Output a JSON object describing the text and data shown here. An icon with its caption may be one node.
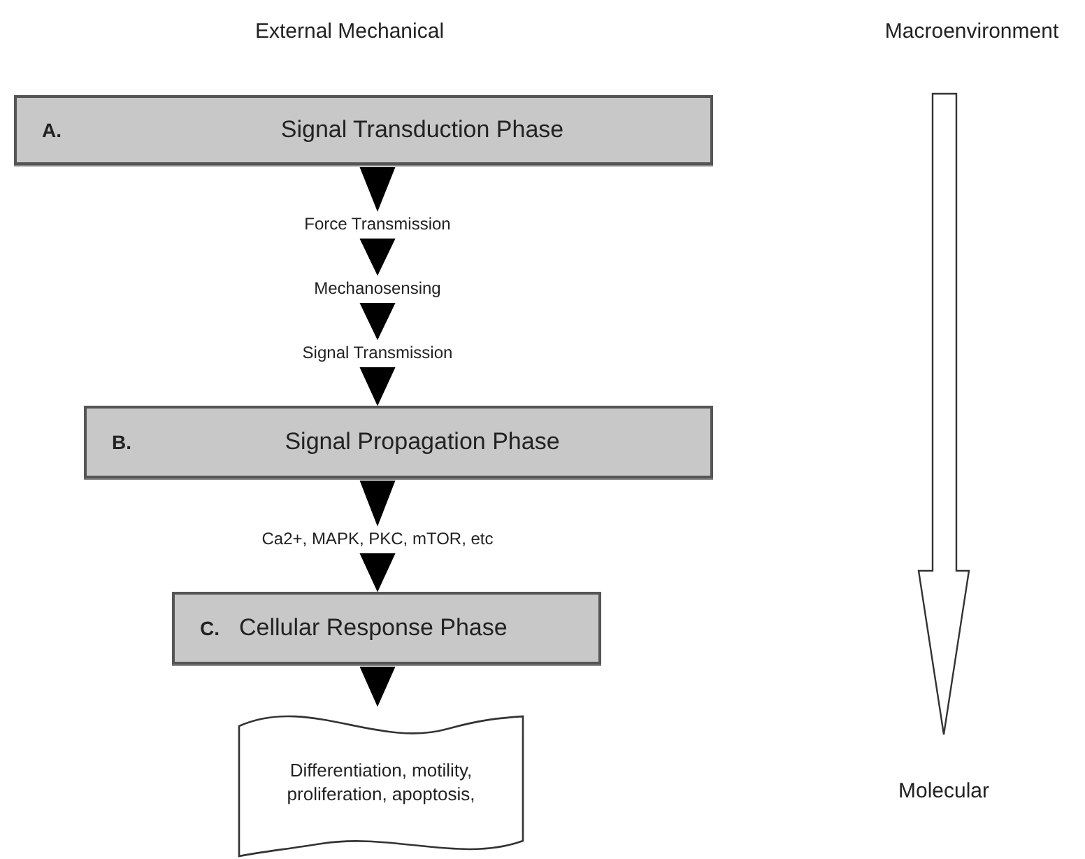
{
  "diagram": {
    "nodes": [
      {
        "text": [
          "A.",
          "Signal Transduction Phase"
        ]
      },
      {
        "text": [
          "Force Transmission"
        ]
      },
      {
        "text": [
          "Mechanosensing"
        ]
      },
      {
        "text": [
          "Signal Transmission"
        ]
      },
      {
        "text": [
          "B.",
          "Signal Propagation Phase"
        ]
      },
      {
        "text": [
          "Ca2+, MAPK, PKC, mTOR, etc"
        ]
      },
      {
        "text": [
          "C.",
          "Cellular Response Phase"
        ]
      },
      {
        "text": [
          "Differentiation, motility, proliferation, apoptosis,"
        ]
      }
    ],
    "edges": [
      {
        "from": 0,
        "to": 1,
        "arrow": "to"
      },
      {
        "from": 1,
        "to": 2,
        "arrow": "to"
      },
      {
        "from": 2,
        "to": 3,
        "arrow": "to"
      },
      {
        "from": 3,
        "to": 4,
        "arrow": "to"
      },
      {
        "from": 4,
        "to": 5,
        "arrow": "to"
      },
      {
        "from": 5,
        "to": 6,
        "arrow": "to"
      },
      {
        "from": 6,
        "to": 7,
        "arrow": "to"
      }
    ],
    "labels": [
      "External Mechanical",
      "Macroenvironment",
      "Molecular"
    ]
  }
}
